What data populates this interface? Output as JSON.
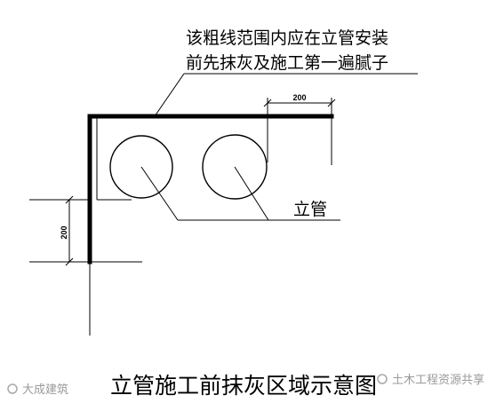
{
  "annotation": {
    "line1": "该粗线范围内应在立管安装",
    "line2": "前先抹灰及施工第一遍腻子"
  },
  "labels": {
    "pipe": "立管",
    "dim_horizontal": "200",
    "dim_vertical": "200"
  },
  "caption": "立管施工前抹灰区域示意图",
  "watermarks": {
    "left": "大成建筑",
    "right": "土木工程资源共享"
  }
}
